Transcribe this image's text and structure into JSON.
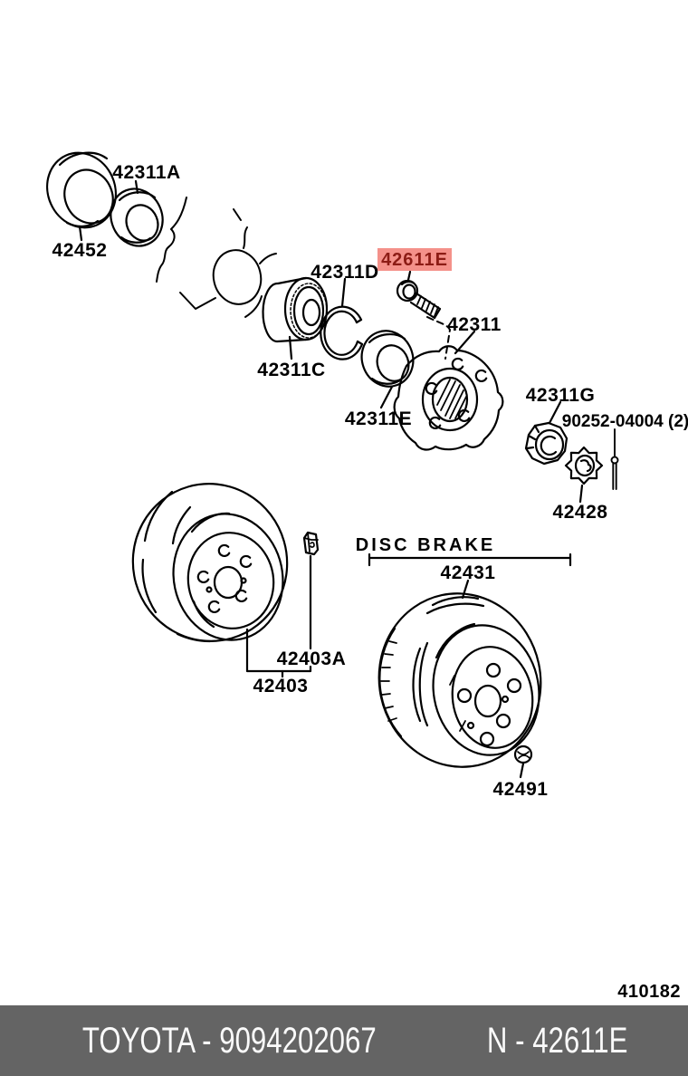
{
  "diagram": {
    "labels": {
      "l42452": "42452",
      "l42311A": "42311A",
      "l42311C": "42311C",
      "l42311D": "42311D",
      "l42311E": "42311E",
      "l42611E": "42611E",
      "l42311": "42311",
      "l42311G": "42311G",
      "l90252": "90252-04004 (2)",
      "l42428": "42428",
      "l42403A": "42403A",
      "l42403": "42403",
      "disc_brake": "DISC BRAKE",
      "l42431": "42431",
      "l42491": "42491"
    },
    "drawing_number": "410182",
    "highlight": {
      "bg": "#f4918a",
      "text": "#8c1c15"
    },
    "line_color": "#000000"
  },
  "footer": {
    "left": "TOYOTA - 9094202067",
    "right": "N - 42611E",
    "bg": "#646464",
    "text_color": "#fafafa"
  }
}
